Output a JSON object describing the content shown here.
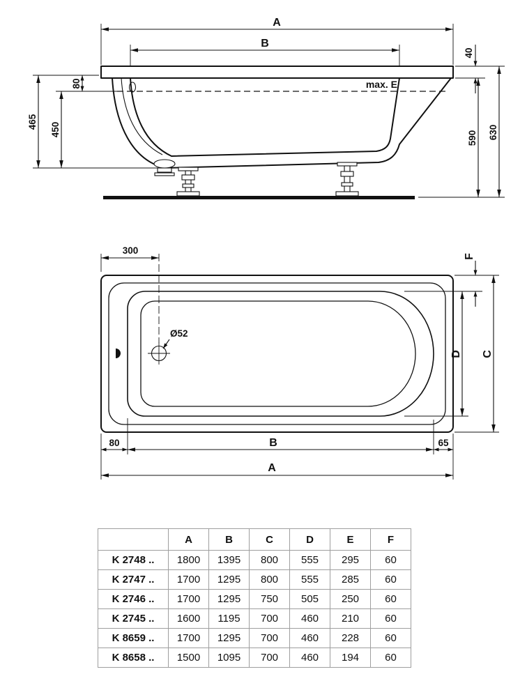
{
  "drawing": {
    "stroke": "#111111"
  },
  "side_view": {
    "labels": {
      "a": "A",
      "b": "B",
      "n40": "40",
      "max_e": "max. E",
      "n80": "80",
      "n465": "465",
      "n450": "450",
      "n590": "590",
      "n630": "630"
    }
  },
  "top_view": {
    "labels": {
      "n300": "300",
      "f": "F",
      "drain": "Ø52",
      "d": "D",
      "c": "C",
      "n80": "80",
      "b": "B",
      "n65": "65",
      "a": "A"
    }
  },
  "table": {
    "headers": [
      "",
      "A",
      "B",
      "C",
      "D",
      "E",
      "F"
    ],
    "rows": [
      {
        "model": "K 2748 ..",
        "values": [
          "1800",
          "1395",
          "800",
          "555",
          "295",
          "60"
        ]
      },
      {
        "model": "K 2747 ..",
        "values": [
          "1700",
          "1295",
          "800",
          "555",
          "285",
          "60"
        ]
      },
      {
        "model": "K 2746 ..",
        "values": [
          "1700",
          "1295",
          "750",
          "505",
          "250",
          "60"
        ]
      },
      {
        "model": "K 2745 ..",
        "values": [
          "1600",
          "1195",
          "700",
          "460",
          "210",
          "60"
        ]
      },
      {
        "model": "K 8659 ..",
        "values": [
          "1700",
          "1295",
          "700",
          "460",
          "228",
          "60"
        ]
      },
      {
        "model": "K 8658 ..",
        "values": [
          "1500",
          "1095",
          "700",
          "460",
          "194",
          "60"
        ]
      }
    ]
  }
}
